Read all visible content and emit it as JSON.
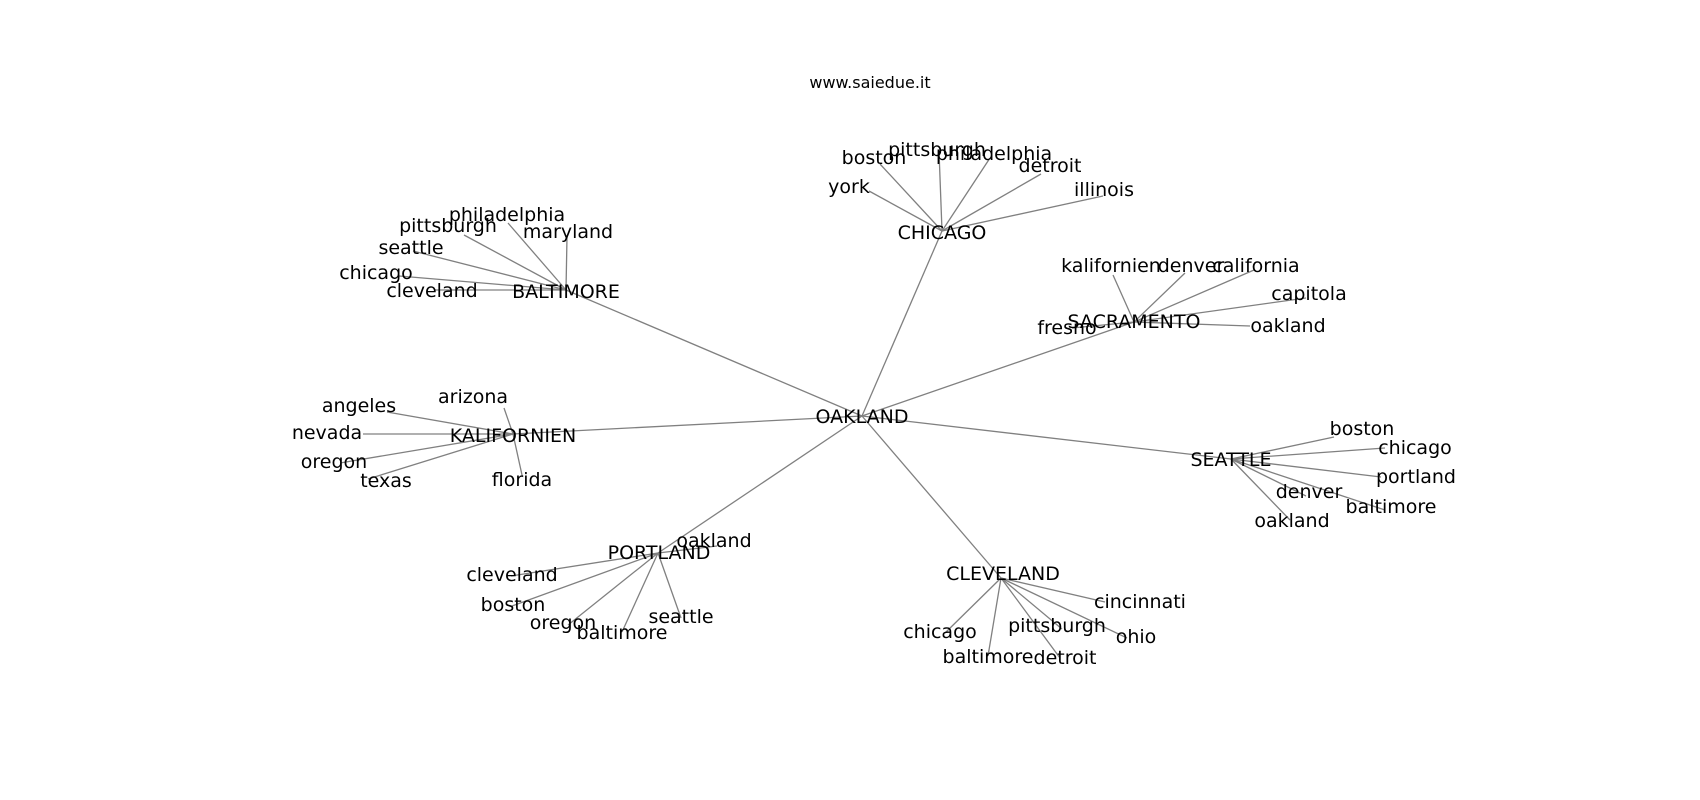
{
  "header": {
    "credit": "www.saiedue.it"
  },
  "graph": {
    "root": "OAKLAND",
    "hubs": [
      {
        "name": "CHICAGO",
        "leaves": [
          "boston",
          "pittsburgh",
          "philadelphia",
          "detroit",
          "york",
          "illinois"
        ]
      },
      {
        "name": "BALTIMORE",
        "leaves": [
          "philadelphia",
          "pittsburgh",
          "maryland",
          "seattle",
          "chicago",
          "cleveland"
        ]
      },
      {
        "name": "SACRAMENTO",
        "leaves": [
          "kalifornien",
          "denver",
          "california",
          "capitola",
          "fresno",
          "oakland"
        ]
      },
      {
        "name": "KALIFORNIEN",
        "leaves": [
          "arizona",
          "angeles",
          "nevada",
          "oregon",
          "texas",
          "florida"
        ]
      },
      {
        "name": "SEATTLE",
        "leaves": [
          "boston",
          "chicago",
          "portland",
          "denver",
          "baltimore",
          "oakland"
        ]
      },
      {
        "name": "PORTLAND",
        "leaves": [
          "oakland",
          "cleveland",
          "boston",
          "oregon",
          "baltimore",
          "seattle"
        ]
      },
      {
        "name": "CLEVELAND",
        "leaves": [
          "cincinnati",
          "chicago",
          "pittsburgh",
          "ohio",
          "baltimore",
          "detroit"
        ]
      }
    ]
  }
}
